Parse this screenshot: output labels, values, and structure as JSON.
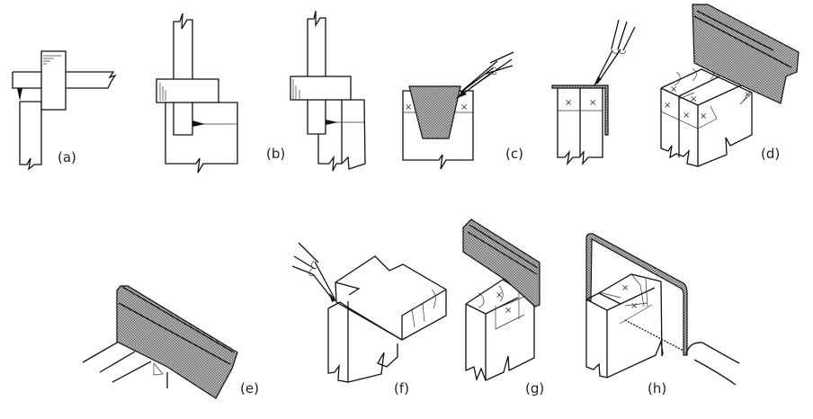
{
  "figure": {
    "panels": [
      {
        "id": "a",
        "label": "(a)"
      },
      {
        "id": "b",
        "label": "(b)"
      },
      {
        "id": "c",
        "label": "(c)"
      },
      {
        "id": "d",
        "label": "(d)"
      },
      {
        "id": "e",
        "label": "(e)"
      },
      {
        "id": "f",
        "label": "(f)"
      },
      {
        "id": "g",
        "label": "(g)"
      },
      {
        "id": "h",
        "label": "(h)"
      }
    ],
    "face_mark": "×",
    "colors": {
      "ink": "#111111",
      "background": "#ffffff",
      "hatch": "#9a9a9a"
    }
  }
}
